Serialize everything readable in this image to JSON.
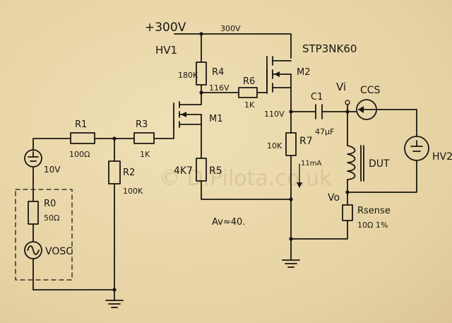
{
  "supply": {
    "title": "+300V",
    "name": "HV1",
    "rail": "300V"
  },
  "mosfet": {
    "part": "STP3NK60"
  },
  "labels": {
    "m1": "M1",
    "m2": "M2",
    "r1": "R1",
    "r1_val": "100Ω",
    "r2": "R2",
    "r2_val": "100K",
    "r3": "R3",
    "r3_val": "1K",
    "r4": "R4",
    "r4_val": "180K",
    "r5": "R5",
    "r5_val": "4K7",
    "r6": "R6",
    "r6_val": "1K",
    "r7": "R7",
    "r7_val": "10K",
    "r0": "R0",
    "r0_val": "50Ω",
    "vsrc": "10V",
    "vosc": "VOSC",
    "v116": "116V",
    "v110": "110V",
    "c1": "C1",
    "c1_val": "47μF",
    "vi": "Vi",
    "vo": "Vo",
    "ccs": "CCS",
    "dut": "DUT",
    "hv2": "HV2",
    "rsense": "Rsense",
    "rsense_val": "10Ω 1%",
    "current": "11mA",
    "gain": "Av≈40."
  },
  "watermark": "© D.Pilota.co.uk"
}
